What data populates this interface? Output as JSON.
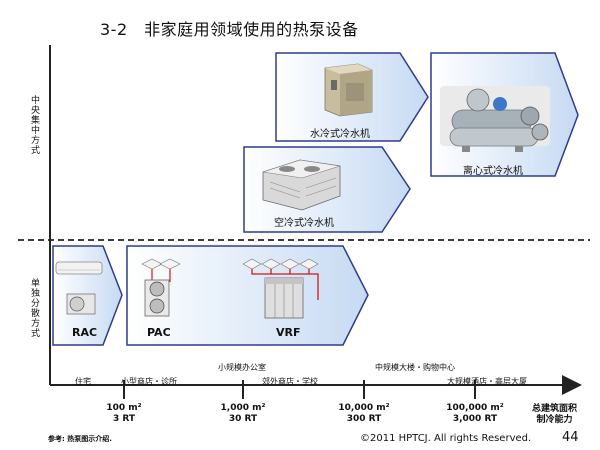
{
  "title": "3-2　非家庭用领域使用的热泵设备",
  "side_labels": {
    "central": "中央集中方式",
    "individual": "单独分散方式"
  },
  "products": {
    "water_chiller": "水冷式冷水机",
    "centrifugal_chiller": "离心式冷水机",
    "air_chiller": "空冷式冷水机",
    "rac": "RAC",
    "pac": "PAC",
    "vrf": "VRF"
  },
  "axis": {
    "upper_labels": [
      "小规模办公室",
      "中规模大楼・购物中心"
    ],
    "lower_labels": [
      "住宅",
      "小型商店・诊所",
      "郊外商店・学校",
      "大规模酒店・高层大厦"
    ],
    "ticks": [
      {
        "area": "100 m²",
        "rt": "3 RT"
      },
      {
        "area": "1,000 m²",
        "rt": "30 RT"
      },
      {
        "area": "10,000 m²",
        "rt": "300 RT"
      },
      {
        "area": "100,000 m²",
        "rt": "3,000 RT"
      }
    ],
    "axis_title_line1": "总建筑面积",
    "axis_title_line2": "制冷能力"
  },
  "footnote": "参考: 热泵图示介绍.",
  "copyright": "©2011 HPTCJ. All rights Reserved.",
  "page_number": "44",
  "colors": {
    "arrow_edge": "#2e3b8f",
    "arrow_fill_light": "#ffffff",
    "arrow_fill_dark": "#c9dcf3",
    "pipe_red": "#d01818"
  }
}
